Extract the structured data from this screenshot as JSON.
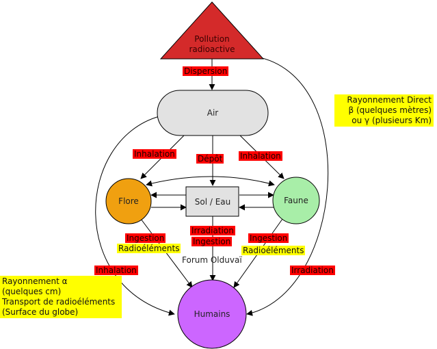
{
  "nodes": {
    "pollution": {
      "line1": "Pollution",
      "line2": "radioactive",
      "color": "#d42a2a"
    },
    "air": {
      "label": "Air",
      "color": "#e2e2e2"
    },
    "flore": {
      "label": "Flore",
      "color": "#f0a010"
    },
    "sol": {
      "label": "Sol / Eau",
      "color": "#e2e2e2"
    },
    "faune": {
      "label": "Faune",
      "color": "#a8eea8"
    },
    "humains": {
      "label": "Humains",
      "color": "#cc66ff"
    }
  },
  "edge_labels": {
    "dispersion": "Dispersion",
    "inhalation_left": "Inhalation",
    "depot": "Dépôt",
    "inhalation_right": "Inhalation",
    "irradiation_center_1": "Irradiation",
    "irradiation_center_2": "Ingestion",
    "ingestion_left": "Ingestion",
    "radioelements_left": "Radioéléments",
    "ingestion_right": "Ingestion",
    "radioelements_right": "Radioéléments",
    "inhalation_bottom": "Inhalation",
    "irradiation_right": "Irradiation",
    "watermark": "Forum Olduvaï"
  },
  "notes": {
    "alpha": [
      "Rayonnement α",
      "(quelques cm)",
      "Transport de radioéléments",
      "(Surface du globe)"
    ],
    "beta_gamma": [
      "Rayonnement Direct",
      "β (quelques mètres)",
      "ou γ (plusieurs Km)"
    ]
  },
  "colors": {
    "red_tag": "#ff0000",
    "yellow_tag": "#ffff00",
    "arrow": "#000000"
  }
}
